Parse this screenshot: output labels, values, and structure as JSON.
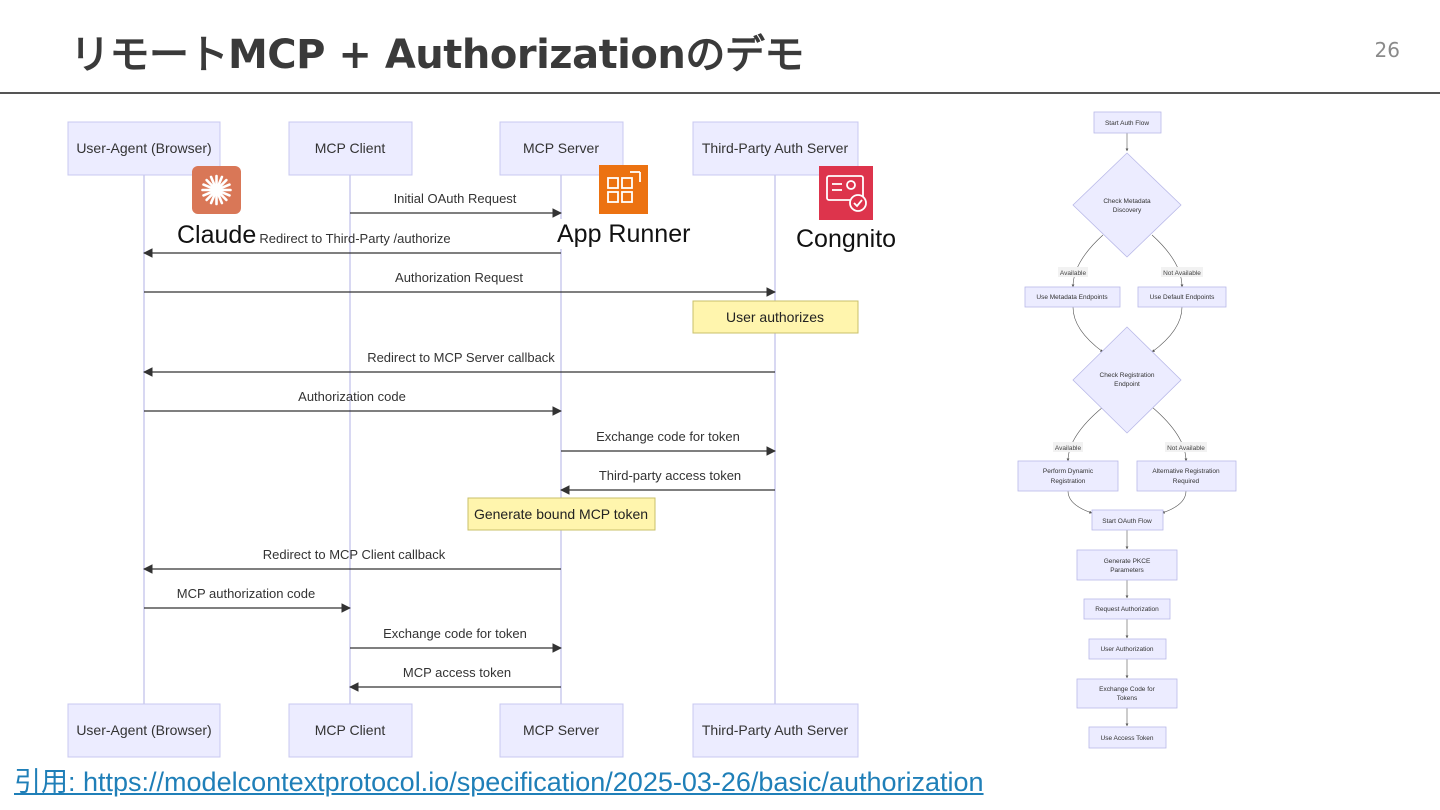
{
  "slide": {
    "title": "リモートMCP + Authorizationのデモ",
    "page_number": "26",
    "citation": "引用: https://modelcontextprotocol.io/specification/2025-03-26/basic/authorization"
  },
  "sequence": {
    "participants": [
      {
        "id": "ua",
        "label": "User-Agent (Browser)"
      },
      {
        "id": "client",
        "label": "MCP Client"
      },
      {
        "id": "server",
        "label": "MCP Server"
      },
      {
        "id": "auth",
        "label": "Third-Party Auth Server"
      }
    ],
    "messages": [
      {
        "from": "client",
        "to": "server",
        "label": "Initial OAuth Request"
      },
      {
        "from": "server",
        "to": "ua",
        "label": "Redirect to Third-Party /authorize"
      },
      {
        "from": "ua",
        "to": "auth",
        "label": "Authorization Request"
      },
      {
        "note_over": "auth",
        "label": "User authorizes"
      },
      {
        "from": "auth",
        "to": "ua",
        "label": "Redirect to MCP Server callback"
      },
      {
        "from": "ua",
        "to": "server",
        "label": "Authorization code"
      },
      {
        "from": "server",
        "to": "auth",
        "label": "Exchange code for token"
      },
      {
        "from": "auth",
        "to": "server",
        "label": "Third-party access token"
      },
      {
        "note_over": "server",
        "label": "Generate bound MCP token"
      },
      {
        "from": "server",
        "to": "ua",
        "label": "Redirect to MCP Client callback"
      },
      {
        "from": "ua",
        "to": "client",
        "label": "MCP authorization code"
      },
      {
        "from": "client",
        "to": "server",
        "label": "Exchange code for token"
      },
      {
        "from": "server",
        "to": "client",
        "label": "MCP access token"
      }
    ]
  },
  "logos": [
    {
      "name": "Claude",
      "icon": "claude-sunburst-icon",
      "color": "#d97757"
    },
    {
      "name": "App Runner",
      "icon": "app-runner-icon",
      "color": "#ec7211"
    },
    {
      "name": "Congnito",
      "icon": "cognito-icon",
      "color": "#dd344c"
    }
  ],
  "flowchart": {
    "nodes": [
      {
        "id": "start",
        "shape": "rect",
        "lines": [
          "Start Auth Flow"
        ]
      },
      {
        "id": "meta",
        "shape": "diamond",
        "lines": [
          "Check Metadata",
          "Discovery"
        ]
      },
      {
        "id": "usemeta",
        "shape": "rect",
        "lines": [
          "Use Metadata Endpoints"
        ]
      },
      {
        "id": "usedef",
        "shape": "rect",
        "lines": [
          "Use Default Endpoints"
        ]
      },
      {
        "id": "reg",
        "shape": "diamond",
        "lines": [
          "Check Registration",
          "Endpoint"
        ]
      },
      {
        "id": "dyn",
        "shape": "rect",
        "lines": [
          "Perform Dynamic",
          "Registration"
        ]
      },
      {
        "id": "alt",
        "shape": "rect",
        "lines": [
          "Alternative Registration",
          "Required"
        ]
      },
      {
        "id": "oauth",
        "shape": "rect",
        "lines": [
          "Start OAuth Flow"
        ]
      },
      {
        "id": "pkce",
        "shape": "rect",
        "lines": [
          "Generate PKCE",
          "Parameters"
        ]
      },
      {
        "id": "reqauth",
        "shape": "rect",
        "lines": [
          "Request Authorization"
        ]
      },
      {
        "id": "userauth",
        "shape": "rect",
        "lines": [
          "User Authorization"
        ]
      },
      {
        "id": "exch",
        "shape": "rect",
        "lines": [
          "Exchange Code for",
          "Tokens"
        ]
      },
      {
        "id": "use",
        "shape": "rect",
        "lines": [
          "Use Access Token"
        ]
      }
    ],
    "edge_labels": {
      "meta_yes": "Available",
      "meta_no": "Not Available",
      "reg_yes": "Available",
      "reg_no": "Not Available"
    }
  },
  "colors": {
    "participant_fill": "#ececff",
    "note_fill": "#fff5ad",
    "link": "#1f7fb8"
  }
}
